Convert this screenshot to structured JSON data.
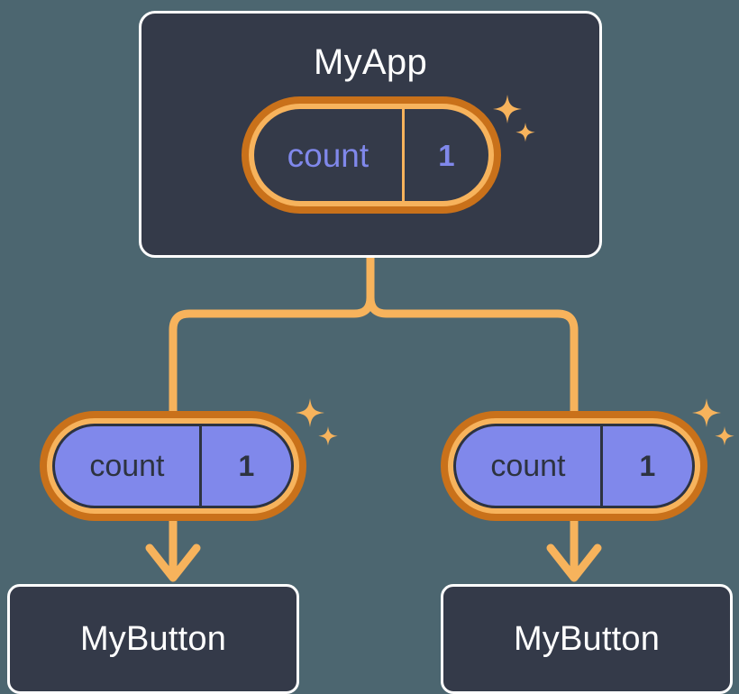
{
  "diagram": {
    "type": "component-tree",
    "title": "MyApp",
    "background_color": "#4c6670",
    "card_color": "#343a49",
    "card_border_color": "#ffffff",
    "accent_color": "#f7b35c",
    "accent_dark_color": "#c9711a",
    "signal_fill_color": "#8088eb",
    "signal_text_dark": "#2d3340"
  },
  "root": {
    "label": "MyApp",
    "signal": {
      "key": "count",
      "value": "1",
      "style": "dark",
      "sparkle": "sparkle-icon"
    }
  },
  "branches": [
    {
      "signal": {
        "key": "count",
        "value": "1",
        "style": "purple",
        "sparkle": "sparkle-icon"
      },
      "child": {
        "label": "MyButton"
      }
    },
    {
      "signal": {
        "key": "count",
        "value": "1",
        "style": "purple",
        "sparkle": "sparkle-icon"
      },
      "child": {
        "label": "MyButton"
      }
    }
  ],
  "connectors": {
    "trunk": "vertical-split-connector",
    "arrow_left": "down-arrow-icon",
    "arrow_right": "down-arrow-icon"
  }
}
